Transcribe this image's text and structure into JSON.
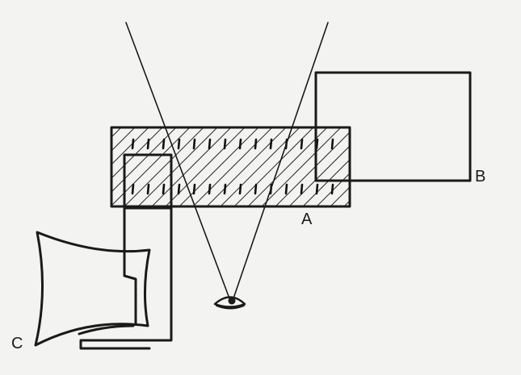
{
  "labels": {
    "a": "A",
    "b": "B",
    "c": "C"
  },
  "colors": {
    "ink": "#1a1a1a",
    "paper": "#f3f3f1"
  },
  "icons": {
    "eye": "eye-icon"
  }
}
